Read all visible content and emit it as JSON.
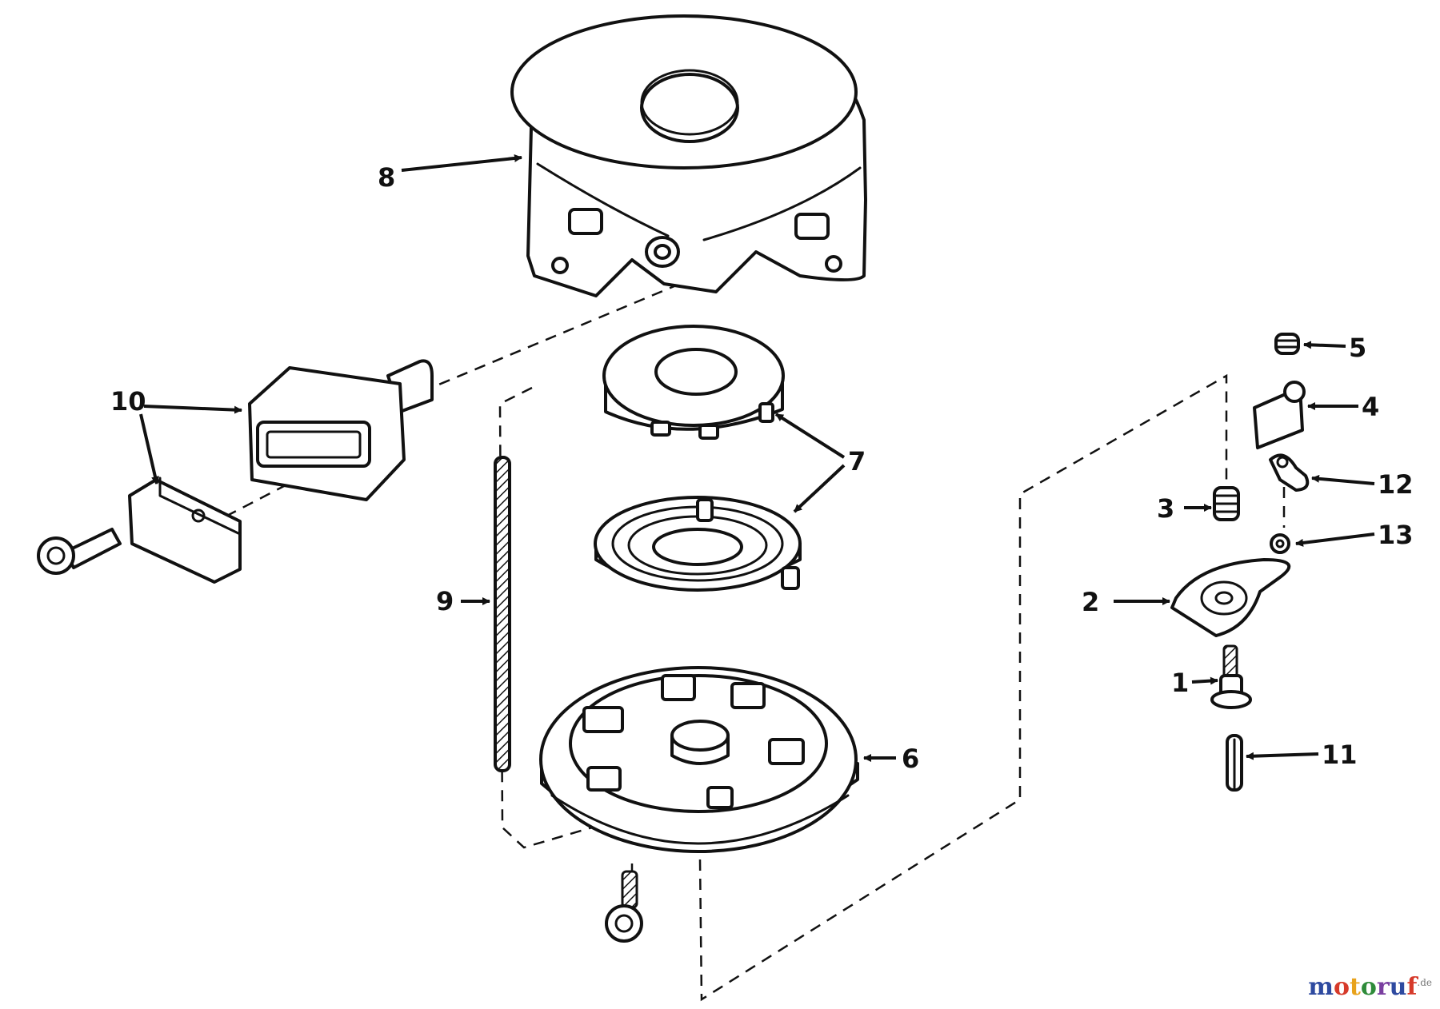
{
  "callouts": [
    {
      "id": "c1",
      "label": "1"
    },
    {
      "id": "c2",
      "label": "2"
    },
    {
      "id": "c3",
      "label": "3"
    },
    {
      "id": "c4",
      "label": "4"
    },
    {
      "id": "c5",
      "label": "5"
    },
    {
      "id": "c6",
      "label": "6"
    },
    {
      "id": "c7",
      "label": "7"
    },
    {
      "id": "c8",
      "label": "8"
    },
    {
      "id": "c9",
      "label": "9"
    },
    {
      "id": "c10",
      "label": "10"
    },
    {
      "id": "c11",
      "label": "11"
    },
    {
      "id": "c12",
      "label": "12"
    },
    {
      "id": "c13",
      "label": "13"
    }
  ],
  "watermark": {
    "brand": "motoruf",
    "suffix": ".de",
    "colors": [
      "#2e4aa0",
      "#d63a2a",
      "#e8a21b",
      "#2e8b3a",
      "#7a3fa0",
      "#2e4aa0",
      "#d63a2a"
    ]
  }
}
